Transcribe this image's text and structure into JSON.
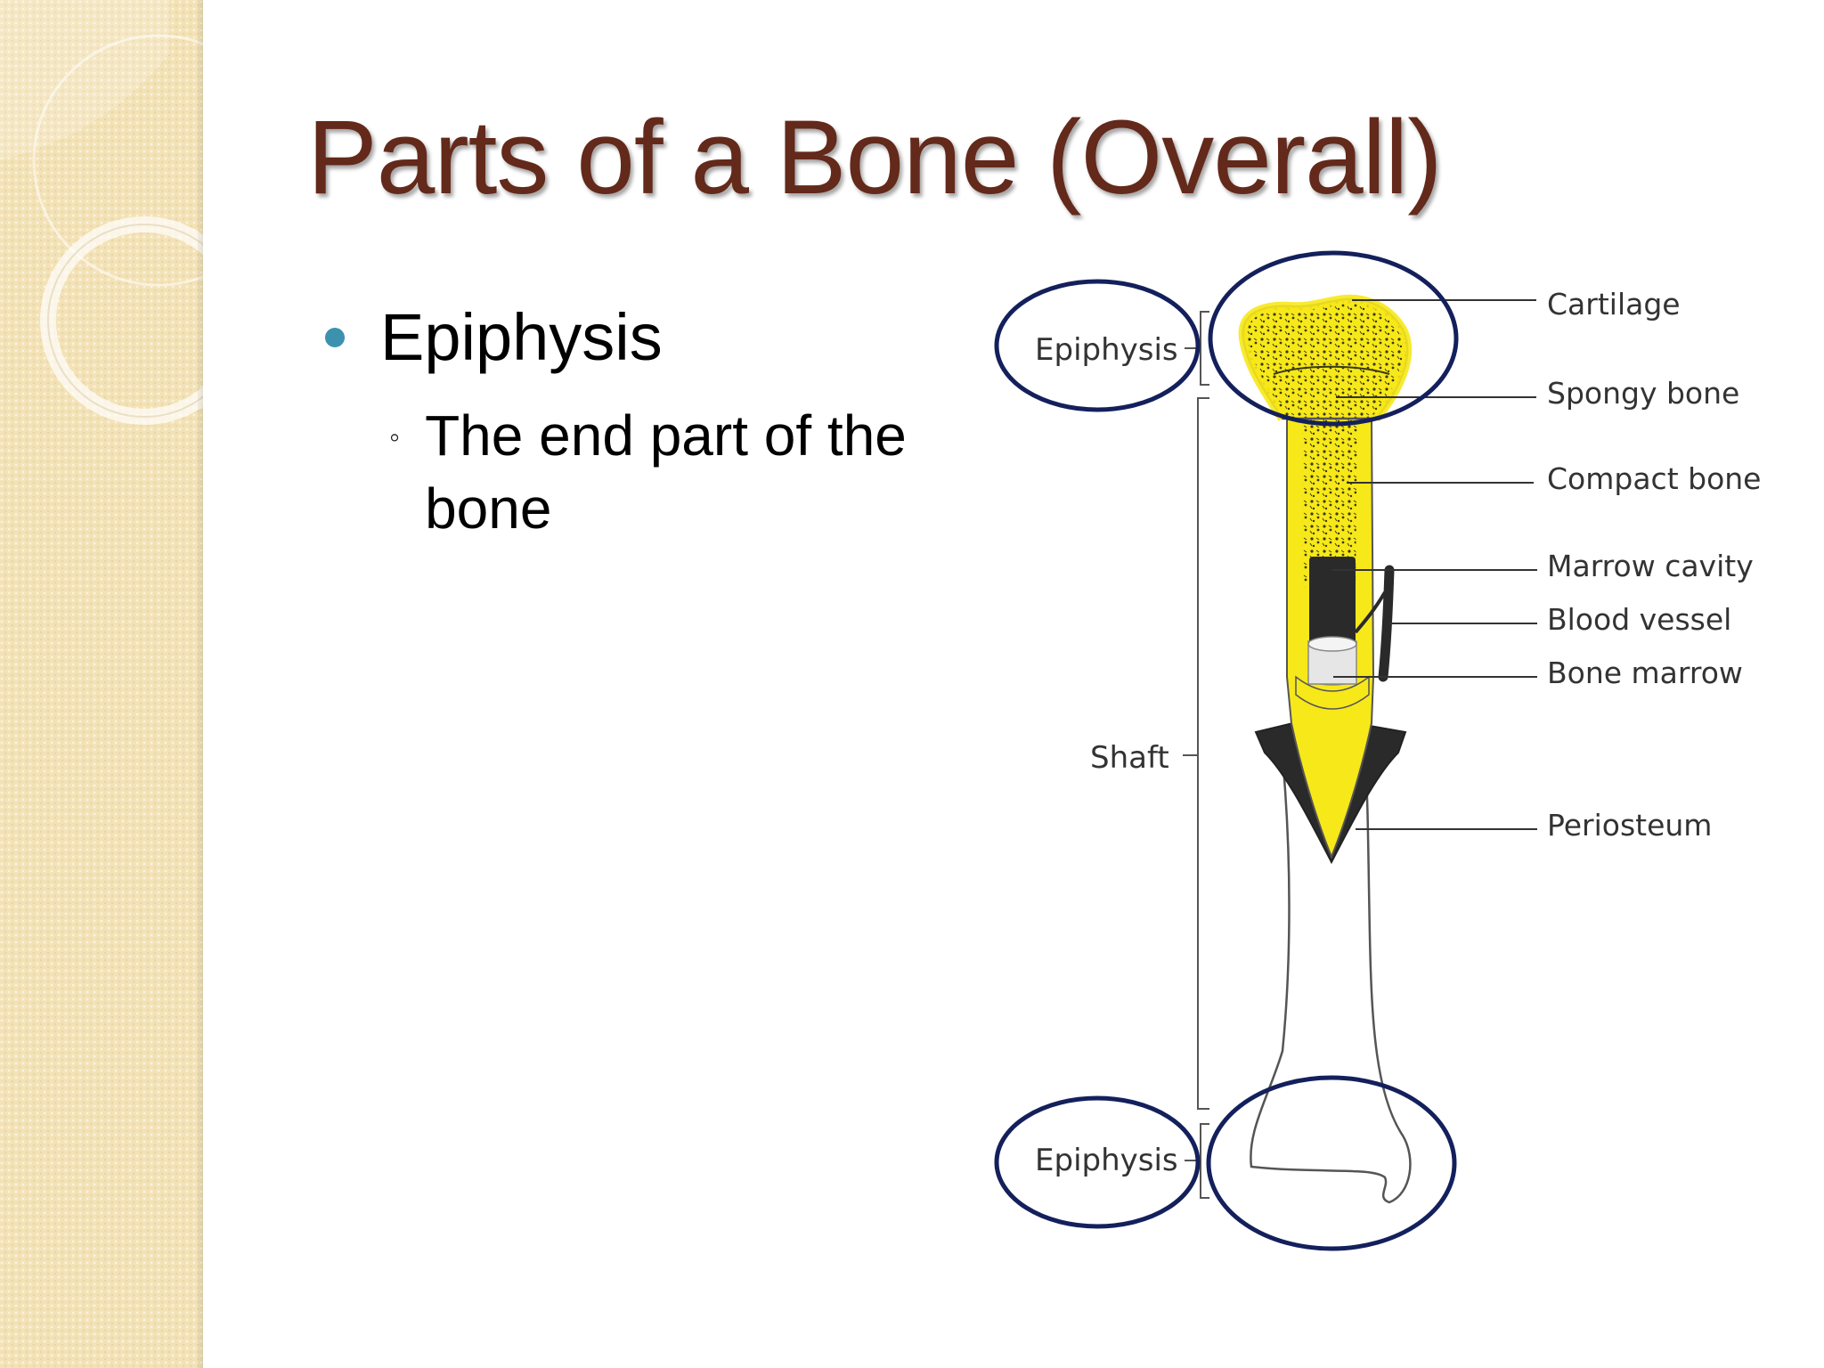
{
  "slide": {
    "title": "Parts of a Bone (Overall)",
    "bullet": "Epiphysis",
    "sub_bullet": "The end part of the bone",
    "accent_color": "#3c92ae",
    "title_color": "#63291a",
    "highlight_ellipse_color": "#14205c"
  },
  "diagram": {
    "left_labels": {
      "top_epiphysis": "Epiphysis",
      "shaft": "Shaft",
      "bottom_epiphysis": "Epiphysis"
    },
    "right_labels": [
      "Cartilage",
      "Spongy bone",
      "Compact bone",
      "Marrow cavity",
      "Blood vessel",
      "Bone marrow",
      "Periosteum"
    ],
    "colors": {
      "bone_yellow": "#f7e81a",
      "marrow_dark": "#2a2a2a",
      "outline": "#555555"
    }
  }
}
